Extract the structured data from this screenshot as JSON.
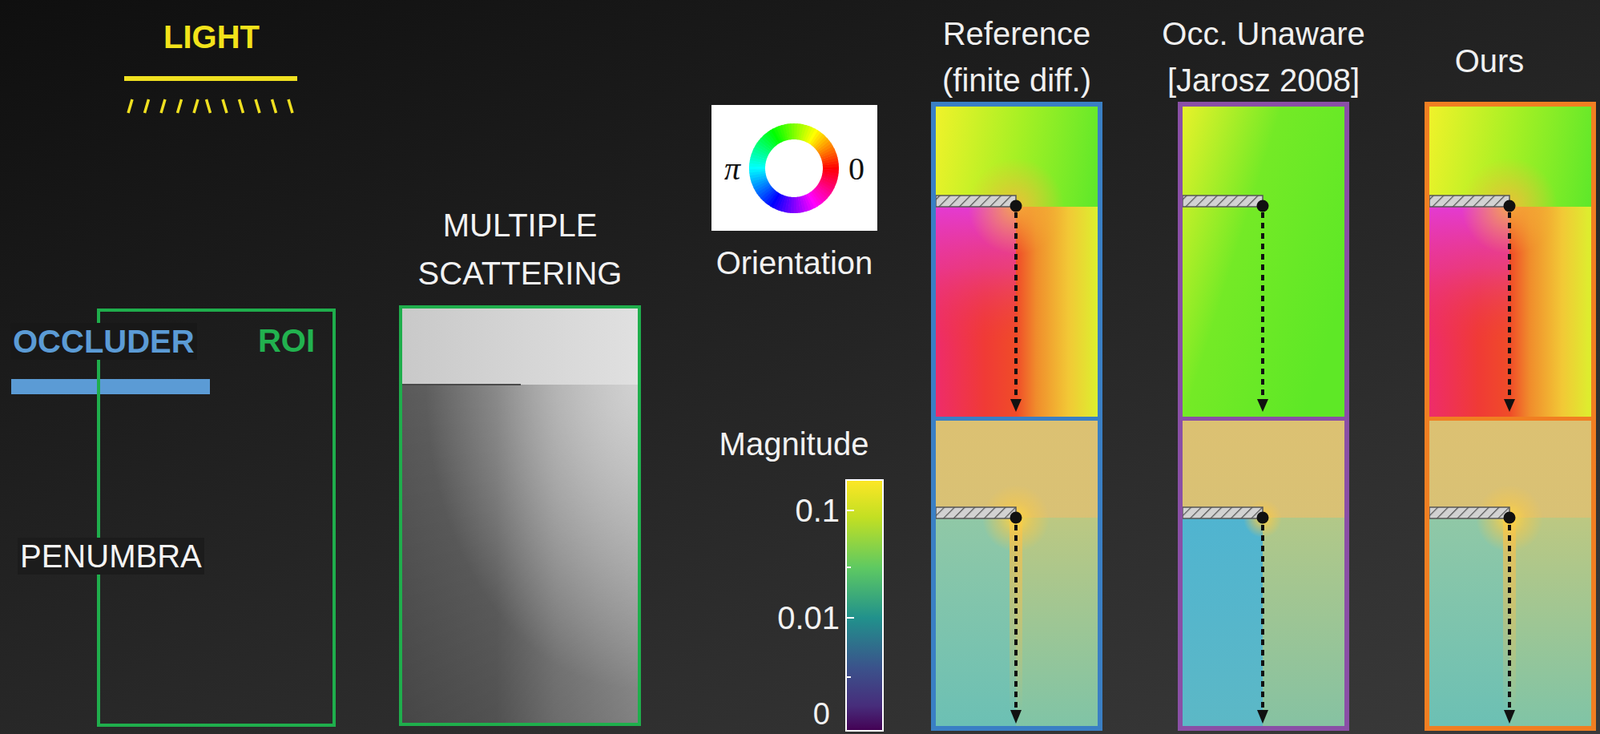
{
  "diagram": {
    "nodes": [
      {
        "text": [
          "ROI"
        ]
      },
      {
        "text": [
          "MULTIPLE SCATTERING"
        ]
      },
      {
        "text": [
          "π",
          "0",
          "Orientation"
        ]
      },
      {
        "text": [
          "Reference (finite diff.)"
        ]
      },
      {
        "text": [
          "Occ. Unaware [Jarosz 2008]"
        ]
      },
      {
        "text": [
          "Ours"
        ]
      }
    ],
    "labels": [
      "LIGHT",
      "OCCLUDER",
      "PENUMBRA",
      "Magnitude",
      "0.1",
      "0.01",
      "0"
    ]
  }
}
